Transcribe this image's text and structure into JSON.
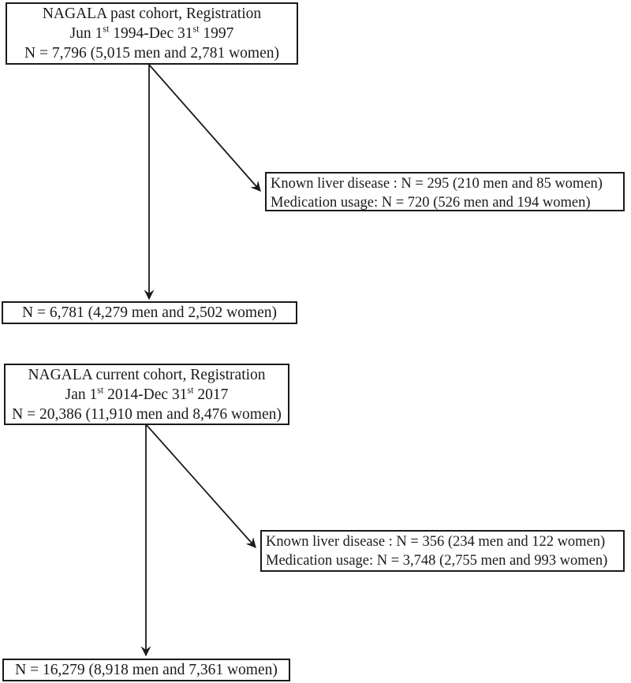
{
  "past": {
    "registration": {
      "title": "NAGALA past cohort, Registration",
      "date": {
        "p1": "Jun 1",
        "sup1": "st",
        "p2": " 1994-Dec 31",
        "sup2": "st",
        "p3": " 1997"
      },
      "n": "N = 7,796 (5,015 men and 2,781 women)"
    },
    "exclusions": {
      "line1": "Known liver disease : N = 295 (210 men and 85 women)",
      "line2": "Medication usage: N = 720 (526 men and 194 women)"
    },
    "final": "N = 6,781 (4,279 men and 2,502 women)"
  },
  "current": {
    "registration": {
      "title": "NAGALA current cohort, Registration",
      "date": {
        "p1": "Jan 1",
        "sup1": "st",
        "p2": " 2014-Dec 31",
        "sup2": "st",
        "p3": " 2017"
      },
      "n": "N = 20,386 (11,910 men and 8,476 women)"
    },
    "exclusions": {
      "line1": "Known liver disease : N = 356 (234 men and 122 women)",
      "line2": "Medication usage: N = 3,748 (2,755 men and 993 women)"
    },
    "final": "N = 16,279 (8,918 men and 7,361 women)"
  },
  "colors": {
    "text": "#1b1b1b",
    "border": "#1a1a1a",
    "arrow": "#1a1a1a",
    "background": "#ffffff"
  }
}
